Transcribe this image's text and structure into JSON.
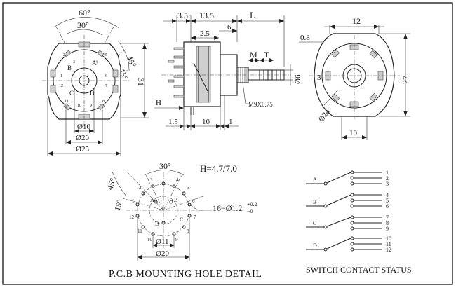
{
  "front_view": {
    "angle_top": "60°",
    "angle_inner": "30°",
    "angle_right": "45°",
    "angle_small": "15°",
    "width_right": "31",
    "dia_10": "Ø10",
    "dia_20": "Ø20",
    "dia_25": "Ø25",
    "deck_letters": [
      "A",
      "B",
      "C",
      "D"
    ],
    "pin_numbers": [
      "1",
      "2",
      "3",
      "4",
      "5",
      "6",
      "7",
      "8",
      "9",
      "10",
      "11",
      "12"
    ]
  },
  "side_view": {
    "dim_3_5": "3.5",
    "dim_13_5": "13.5",
    "dim_L": "L",
    "dim_6": "6",
    "dim_2_5": "2.5",
    "dim_M": "M",
    "dim_T": "T",
    "dim_phi6": "Ø6",
    "thread": "M9X0.75",
    "dim_H": "H",
    "dim_1_5": "1.5",
    "dim_10": "10",
    "dim_1": "1"
  },
  "rear_view": {
    "dim_12": "12",
    "dim_0_8": "0.8",
    "dim_3": "3",
    "dim_27": "27",
    "dim_phi24": "Ø24",
    "dim_10": "10"
  },
  "pcb_detail": {
    "h_value": "H=4.7/7.0",
    "angle_30": "30°",
    "angle_45": "45°",
    "angle_15": "15°",
    "hole_spec_main": "16−Ø1.2",
    "hole_tol_plus": "+0.2",
    "hole_tol_minus": "−0",
    "dia_11": "Ø11",
    "dia_20": "Ø20",
    "caption": "P.C.B MOUNTING  HOLE  DETAIL"
  },
  "switch_status": {
    "caption": "SWITCH CONTACT STATUS",
    "groups": [
      {
        "letter": "A",
        "contacts": [
          "1",
          "2",
          "3"
        ]
      },
      {
        "letter": "B",
        "contacts": [
          "4",
          "5",
          "6"
        ]
      },
      {
        "letter": "C",
        "contacts": [
          "7",
          "8",
          "9"
        ]
      },
      {
        "letter": "D",
        "contacts": [
          "10",
          "11",
          "12"
        ]
      }
    ]
  },
  "colors": {
    "ink": "#222222",
    "background": "#ffffff",
    "fill_grey": "#cfcfcf"
  }
}
